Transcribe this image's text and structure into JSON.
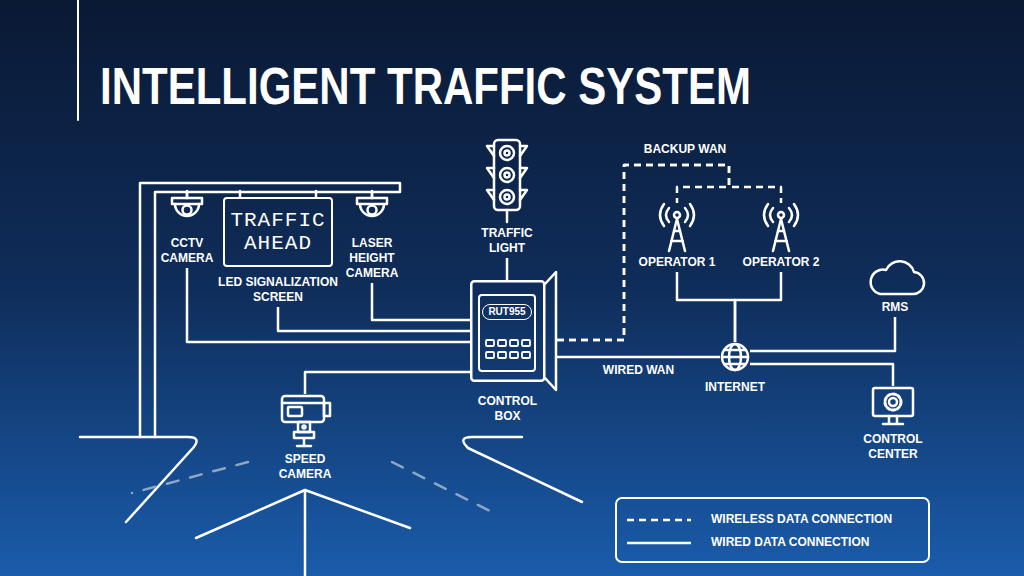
{
  "diagram": {
    "title": "INTELLIGENT TRAFFIC SYSTEM",
    "nodes": [
      {
        "text": [
          "CCTV CAMERA"
        ]
      },
      {
        "text": [
          "TRAFFIC AHEAD",
          "LED SIGNALIZATION SCREEN"
        ]
      },
      {
        "text": [
          "LASER HEIGHT CAMERA"
        ]
      },
      {
        "text": [
          "TRAFFIC LIGHT"
        ]
      },
      {
        "text": [
          "CONTROL BOX"
        ]
      },
      {
        "text": [
          "RUT955"
        ],
        "in": 4
      },
      {
        "text": [
          "OPERATOR 1"
        ]
      },
      {
        "text": [
          "OPERATOR 2"
        ]
      },
      {
        "text": [
          "RMS"
        ]
      },
      {
        "text": [
          "INTERNET"
        ]
      },
      {
        "text": [
          "CONTROL CENTER"
        ]
      },
      {
        "text": [
          "SPEED CAMERA"
        ]
      }
    ],
    "edges": [
      {
        "from": 0,
        "to": 4,
        "arrow": "none"
      },
      {
        "from": 1,
        "to": 4,
        "arrow": "none"
      },
      {
        "from": 2,
        "to": 4,
        "arrow": "none"
      },
      {
        "from": 3,
        "to": 4,
        "arrow": "none"
      },
      {
        "from": 11,
        "to": 4,
        "arrow": "none"
      },
      {
        "from": 4,
        "to": 6,
        "arrow": "none"
      },
      {
        "from": 4,
        "to": 7,
        "arrow": "none"
      },
      {
        "from": 4,
        "to": 9,
        "label": "WIRED WAN",
        "arrow": "none"
      },
      {
        "from": 6,
        "to": 9,
        "arrow": "none"
      },
      {
        "from": 7,
        "to": 9,
        "arrow": "none"
      },
      {
        "from": 9,
        "to": 8,
        "arrow": "none"
      },
      {
        "from": 9,
        "to": 10,
        "arrow": "none"
      }
    ],
    "labels": [
      "BACKUP WAN"
    ],
    "legend": [
      {
        "text": "WIRELESS DATA CONNECTION"
      },
      {
        "text": "WIRED DATA CONNECTION"
      }
    ]
  }
}
